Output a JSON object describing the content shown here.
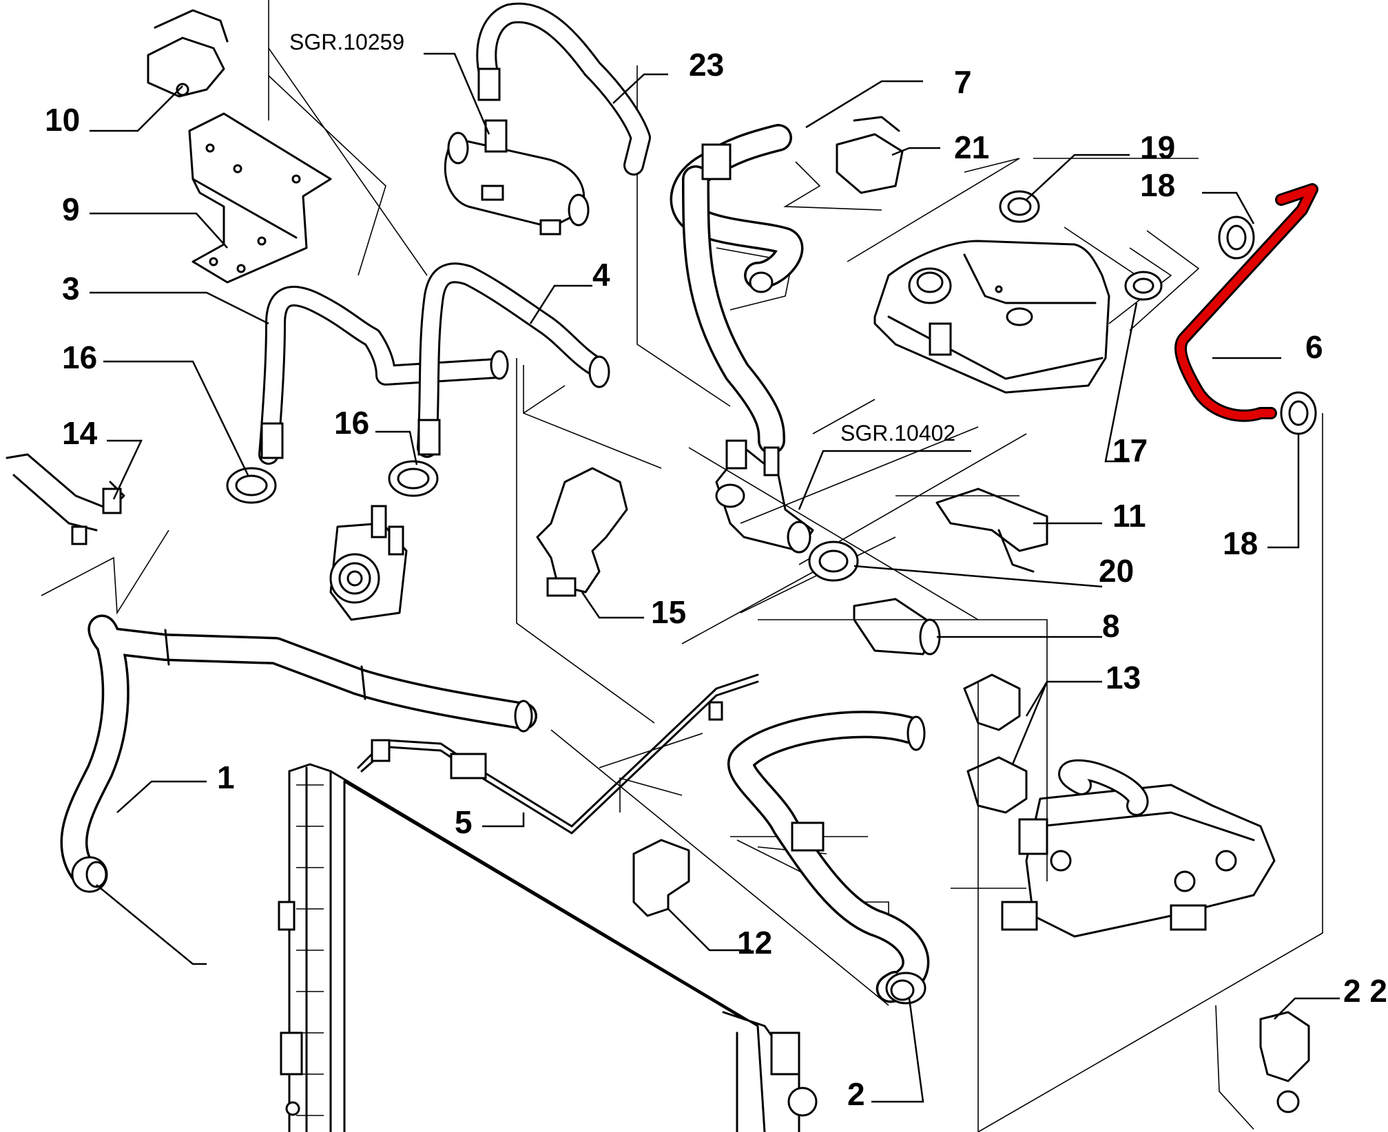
{
  "diagram": {
    "highlight_color": "#e00000",
    "line_color": "#000000",
    "background": "#ffffff",
    "references": {
      "sgr_10259": "SGR.10259",
      "sgr_10402": "SGR.10402"
    },
    "callouts": {
      "c1": "1",
      "c2": "2",
      "c3": "3",
      "c4": "4",
      "c5": "5",
      "c6": "6",
      "c7": "7",
      "c8": "8",
      "c9": "9",
      "c10": "10",
      "c11": "11",
      "c12": "12",
      "c13": "13",
      "c14": "14",
      "c15": "15",
      "c16a": "16",
      "c16b": "16",
      "c17": "17",
      "c18a": "18",
      "c18b": "18",
      "c19": "19",
      "c20": "20",
      "c21": "21",
      "c22": "2 2",
      "c23": "23"
    }
  }
}
